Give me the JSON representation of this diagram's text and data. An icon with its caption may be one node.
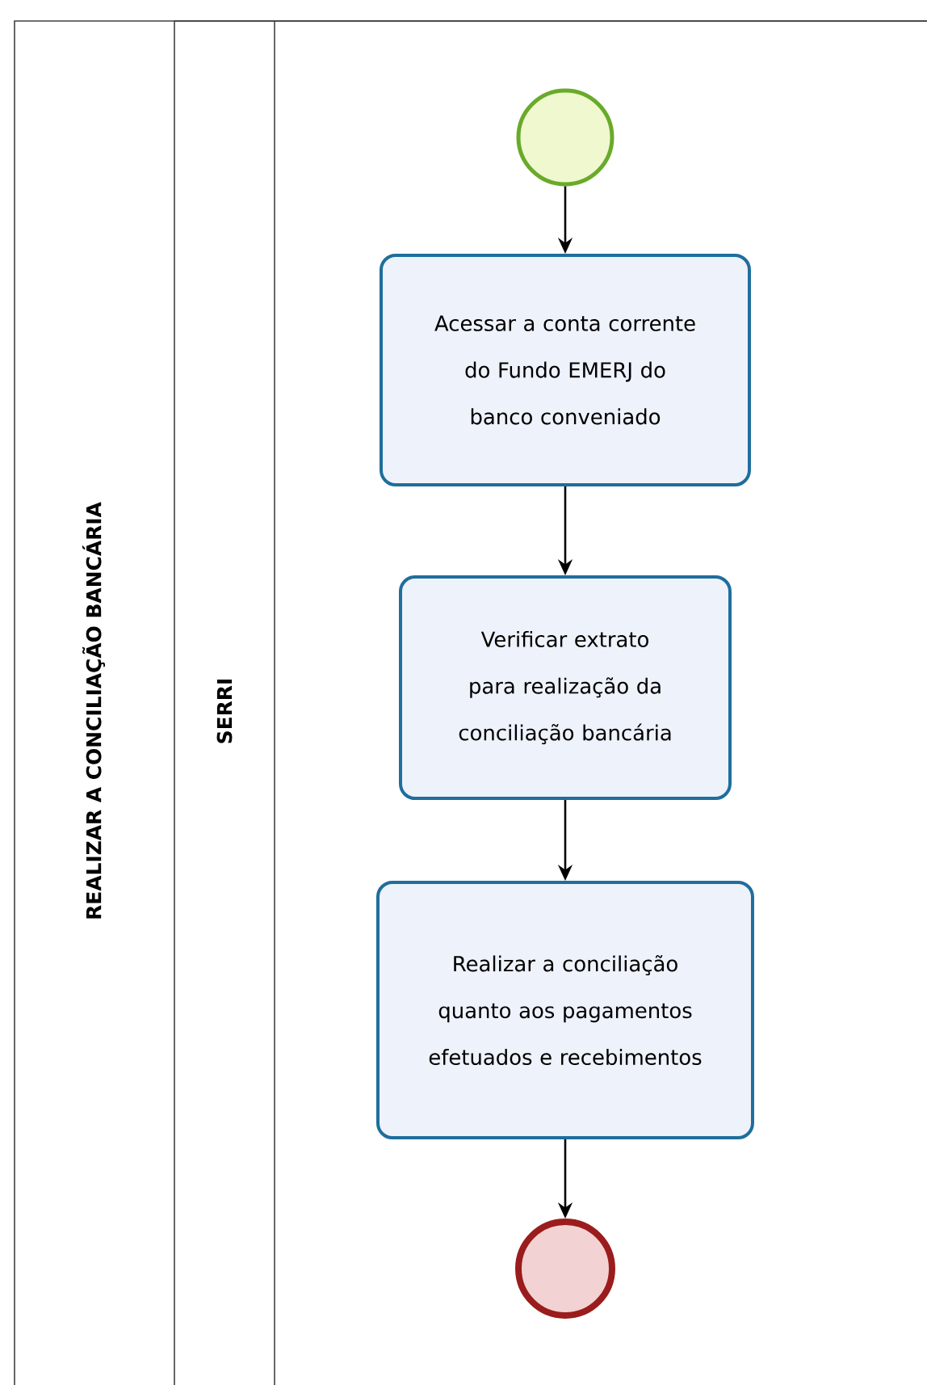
{
  "diagram": {
    "nodes": [
      {
        "text": [
          "REALIZAR A CONCILIAÇÃO BANCÁRIA"
        ]
      },
      {
        "text": [
          "SERRI"
        ],
        "in": 0
      },
      {
        "text": [],
        "shape": "circle",
        "in": 1
      },
      {
        "text": [
          "Acessar a conta corrente do Fundo EMERJ do banco conveniado"
        ],
        "in": 1
      },
      {
        "text": [
          "Verificar extrato para realização da conciliação bancária"
        ],
        "in": 1
      },
      {
        "text": [
          "Realizar a conciliação quanto aos pagamentos efetuados e recebimentos"
        ],
        "in": 1
      },
      {
        "text": [],
        "shape": "circle",
        "in": 1
      }
    ],
    "edges": [
      {
        "from": 2,
        "to": 3,
        "arrow": "to"
      },
      {
        "from": 3,
        "to": 4,
        "arrow": "to"
      },
      {
        "from": 4,
        "to": 5,
        "arrow": "to"
      },
      {
        "from": 5,
        "to": 6,
        "arrow": "to"
      }
    ]
  }
}
